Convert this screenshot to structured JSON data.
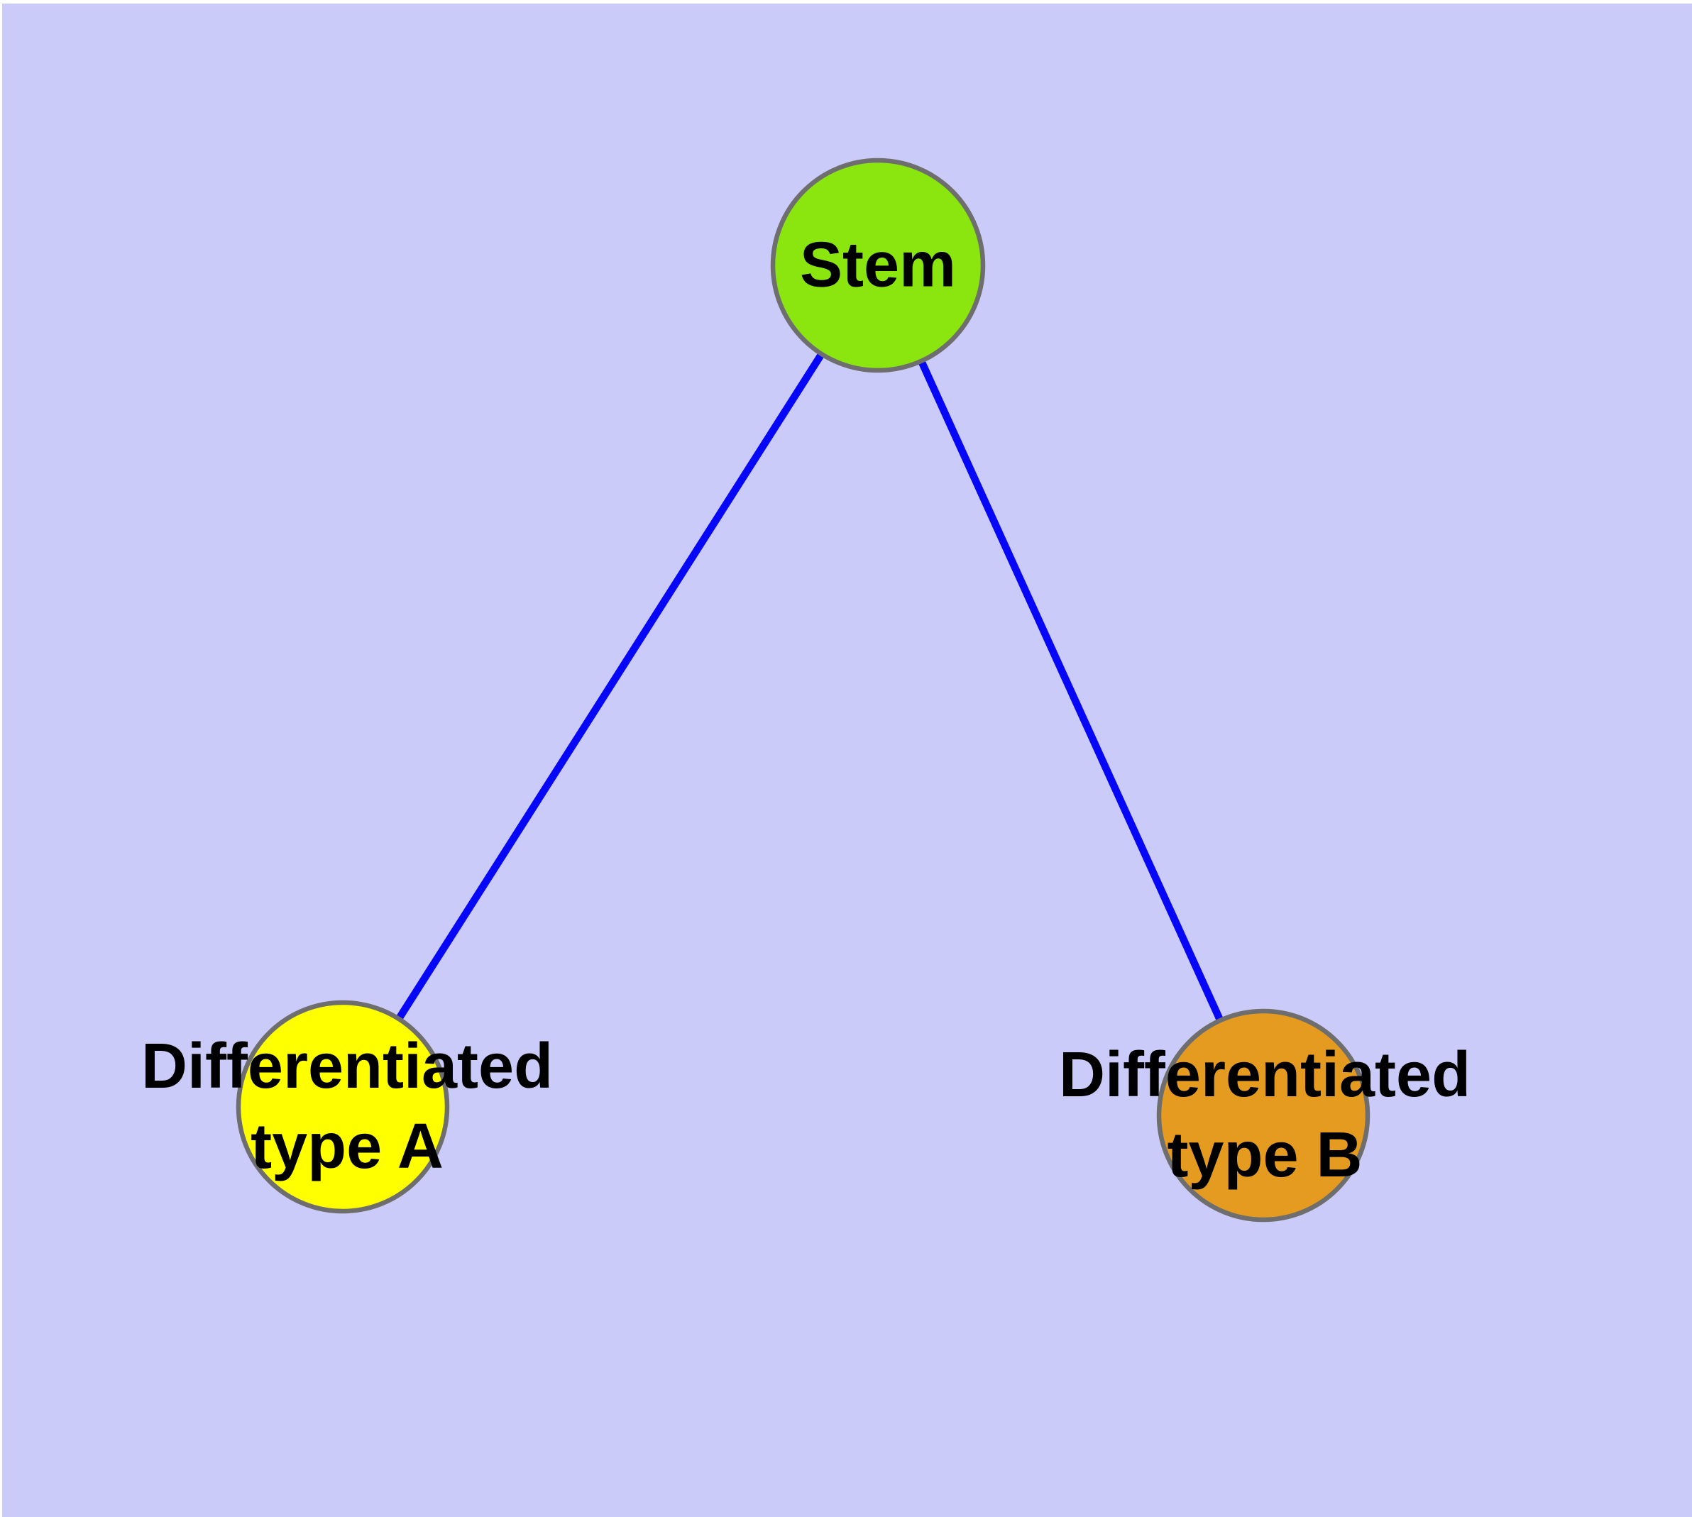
{
  "diagram": {
    "type": "graph",
    "title": "",
    "background_color": "#cbcbf9",
    "frame_color": "#ffffff",
    "edge_color": "#0707f8",
    "node_border_color": "#6e6e6e",
    "label_color": "#000000",
    "nodes": [
      {
        "id": "stem",
        "label": "Stem",
        "fill": "#8ae60e"
      },
      {
        "id": "differentiated-type-a",
        "label": "Differentiated type A",
        "line1": "Differentiated",
        "line2": "type A",
        "fill": "#ffff00"
      },
      {
        "id": "differentiated-type-b",
        "label": "Differentiated type B",
        "line1": "Differentiated",
        "line2": "type B",
        "fill": "#e49b1f"
      }
    ],
    "edges": [
      {
        "from": "Stem",
        "to": "Differentiated type A"
      },
      {
        "from": "Stem",
        "to": "Differentiated type B"
      }
    ]
  }
}
